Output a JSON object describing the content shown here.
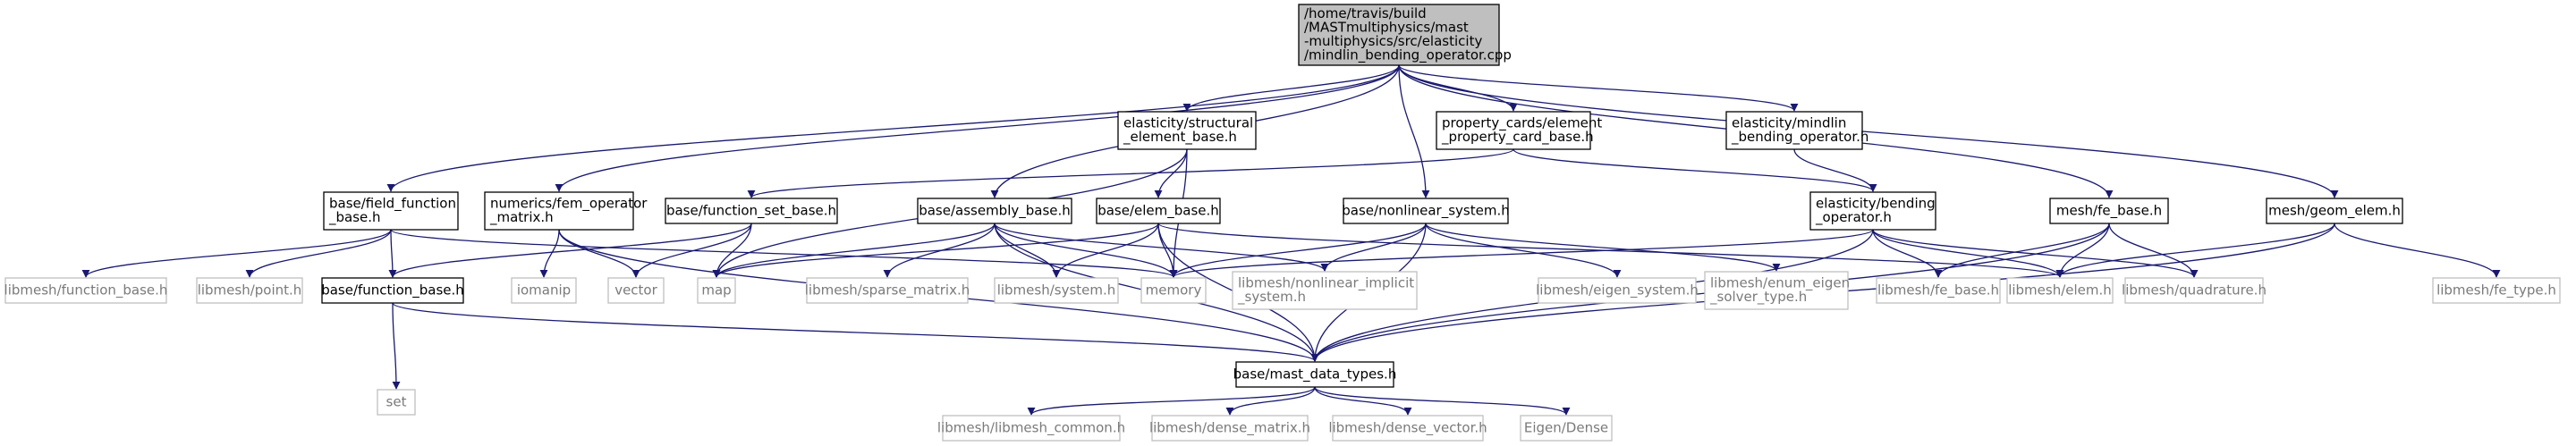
{
  "palette": {
    "edge": "#191970",
    "node_border": "#000000",
    "external_border": "#bfbfbf",
    "root_fill": "#bfbfbf",
    "node_fill": "#ffffff",
    "external_text": "#7a7a7a"
  },
  "nodes": [
    {
      "id": "root",
      "lines": [
        "/home/travis/build",
        "/MASTmultiphysics/mast",
        "-multiphysics/src/elasticity",
        "/mindlin_bending_operator.cpp"
      ],
      "kind": "root"
    },
    {
      "id": "structural",
      "lines": [
        "elasticity/structural",
        "_element_base.h"
      ],
      "kind": "local"
    },
    {
      "id": "propcard",
      "lines": [
        "property_cards/element",
        "_property_card_base.h"
      ],
      "kind": "local"
    },
    {
      "id": "mindlin_h",
      "lines": [
        "elasticity/mindlin",
        "_bending_operator.h"
      ],
      "kind": "local"
    },
    {
      "id": "field_fn",
      "lines": [
        "base/field_function",
        "_base.h"
      ],
      "kind": "local"
    },
    {
      "id": "fem_op",
      "lines": [
        "numerics/fem_operator",
        "_matrix.h"
      ],
      "kind": "local"
    },
    {
      "id": "fn_set",
      "lines": [
        "base/function_set_base.h"
      ],
      "kind": "local"
    },
    {
      "id": "assembly",
      "lines": [
        "base/assembly_base.h"
      ],
      "kind": "local"
    },
    {
      "id": "elem_base",
      "lines": [
        "base/elem_base.h"
      ],
      "kind": "local"
    },
    {
      "id": "nonlin",
      "lines": [
        "base/nonlinear_system.h"
      ],
      "kind": "local"
    },
    {
      "id": "bending",
      "lines": [
        "elasticity/bending",
        "_operator.h"
      ],
      "kind": "local"
    },
    {
      "id": "fe_base_mesh",
      "lines": [
        "mesh/fe_base.h"
      ],
      "kind": "local"
    },
    {
      "id": "geom_elem",
      "lines": [
        "mesh/geom_elem.h"
      ],
      "kind": "local"
    },
    {
      "id": "fn_base",
      "lines": [
        "base/function_base.h"
      ],
      "kind": "local"
    },
    {
      "id": "mast_types",
      "lines": [
        "base/mast_data_types.h"
      ],
      "kind": "local"
    },
    {
      "id": "lm_fn_base",
      "lines": [
        "libmesh/function_base.h"
      ],
      "kind": "external"
    },
    {
      "id": "lm_point",
      "lines": [
        "libmesh/point.h"
      ],
      "kind": "external"
    },
    {
      "id": "iomanip",
      "lines": [
        "iomanip"
      ],
      "kind": "external"
    },
    {
      "id": "vector",
      "lines": [
        "vector"
      ],
      "kind": "external"
    },
    {
      "id": "map",
      "lines": [
        "map"
      ],
      "kind": "external"
    },
    {
      "id": "lm_sparse",
      "lines": [
        "libmesh/sparse_matrix.h"
      ],
      "kind": "external"
    },
    {
      "id": "lm_system",
      "lines": [
        "libmesh/system.h"
      ],
      "kind": "external"
    },
    {
      "id": "memory",
      "lines": [
        "memory"
      ],
      "kind": "external"
    },
    {
      "id": "lm_nonlin_impl",
      "lines": [
        "libmesh/nonlinear_implicit",
        "_system.h"
      ],
      "kind": "external"
    },
    {
      "id": "lm_eigen_sys",
      "lines": [
        "libmesh/eigen_system.h"
      ],
      "kind": "external"
    },
    {
      "id": "lm_enum_eigen",
      "lines": [
        "libmesh/enum_eigen",
        "_solver_type.h"
      ],
      "kind": "external"
    },
    {
      "id": "lm_fe_base",
      "lines": [
        "libmesh/fe_base.h"
      ],
      "kind": "external"
    },
    {
      "id": "lm_elem",
      "lines": [
        "libmesh/elem.h"
      ],
      "kind": "external"
    },
    {
      "id": "lm_quad",
      "lines": [
        "libmesh/quadrature.h"
      ],
      "kind": "external"
    },
    {
      "id": "lm_fe_type",
      "lines": [
        "libmesh/fe_type.h"
      ],
      "kind": "external"
    },
    {
      "id": "set",
      "lines": [
        "set"
      ],
      "kind": "external"
    },
    {
      "id": "lm_common",
      "lines": [
        "libmesh/libmesh_common.h"
      ],
      "kind": "external"
    },
    {
      "id": "lm_dense_mat",
      "lines": [
        "libmesh/dense_matrix.h"
      ],
      "kind": "external"
    },
    {
      "id": "lm_dense_vec",
      "lines": [
        "libmesh/dense_vector.h"
      ],
      "kind": "external"
    },
    {
      "id": "eigen_dense",
      "lines": [
        "Eigen/Dense"
      ],
      "kind": "external"
    }
  ],
  "edges": [
    [
      "root",
      "structural"
    ],
    [
      "root",
      "propcard"
    ],
    [
      "root",
      "mindlin_h"
    ],
    [
      "root",
      "field_fn"
    ],
    [
      "root",
      "fem_op"
    ],
    [
      "root",
      "assembly"
    ],
    [
      "root",
      "nonlin"
    ],
    [
      "root",
      "fe_base_mesh"
    ],
    [
      "root",
      "geom_elem"
    ],
    [
      "structural",
      "elem_base"
    ],
    [
      "structural",
      "memory"
    ],
    [
      "structural",
      "map"
    ],
    [
      "propcard",
      "fn_set"
    ],
    [
      "propcard",
      "bending"
    ],
    [
      "mindlin_h",
      "bending"
    ],
    [
      "field_fn",
      "fn_base"
    ],
    [
      "field_fn",
      "lm_fn_base"
    ],
    [
      "field_fn",
      "lm_point"
    ],
    [
      "field_fn",
      "memory"
    ],
    [
      "fem_op",
      "iomanip"
    ],
    [
      "fem_op",
      "vector"
    ],
    [
      "fem_op",
      "mast_types"
    ],
    [
      "fn_set",
      "fn_base"
    ],
    [
      "fn_set",
      "vector"
    ],
    [
      "fn_set",
      "map"
    ],
    [
      "assembly",
      "map"
    ],
    [
      "assembly",
      "lm_sparse"
    ],
    [
      "assembly",
      "lm_system"
    ],
    [
      "assembly",
      "memory"
    ],
    [
      "assembly",
      "mast_types"
    ],
    [
      "assembly",
      "lm_nonlin_impl"
    ],
    [
      "elem_base",
      "lm_system"
    ],
    [
      "elem_base",
      "memory"
    ],
    [
      "elem_base",
      "map"
    ],
    [
      "elem_base",
      "mast_types"
    ],
    [
      "elem_base",
      "lm_elem"
    ],
    [
      "nonlin",
      "memory"
    ],
    [
      "nonlin",
      "lm_nonlin_impl"
    ],
    [
      "nonlin",
      "lm_eigen_sys"
    ],
    [
      "nonlin",
      "lm_enum_eigen"
    ],
    [
      "nonlin",
      "mast_types"
    ],
    [
      "bending",
      "memory"
    ],
    [
      "bending",
      "lm_fe_base"
    ],
    [
      "bending",
      "lm_elem"
    ],
    [
      "bending",
      "lm_quad"
    ],
    [
      "bending",
      "mast_types"
    ],
    [
      "fe_base_mesh",
      "lm_fe_base"
    ],
    [
      "fe_base_mesh",
      "lm_elem"
    ],
    [
      "fe_base_mesh",
      "lm_quad"
    ],
    [
      "fe_base_mesh",
      "mast_types"
    ],
    [
      "geom_elem",
      "lm_elem"
    ],
    [
      "geom_elem",
      "lm_fe_type"
    ],
    [
      "geom_elem",
      "mast_types"
    ],
    [
      "fn_base",
      "set"
    ],
    [
      "fn_base",
      "mast_types"
    ],
    [
      "mast_types",
      "lm_common"
    ],
    [
      "mast_types",
      "lm_dense_mat"
    ],
    [
      "mast_types",
      "lm_dense_vec"
    ],
    [
      "mast_types",
      "eigen_dense"
    ]
  ]
}
